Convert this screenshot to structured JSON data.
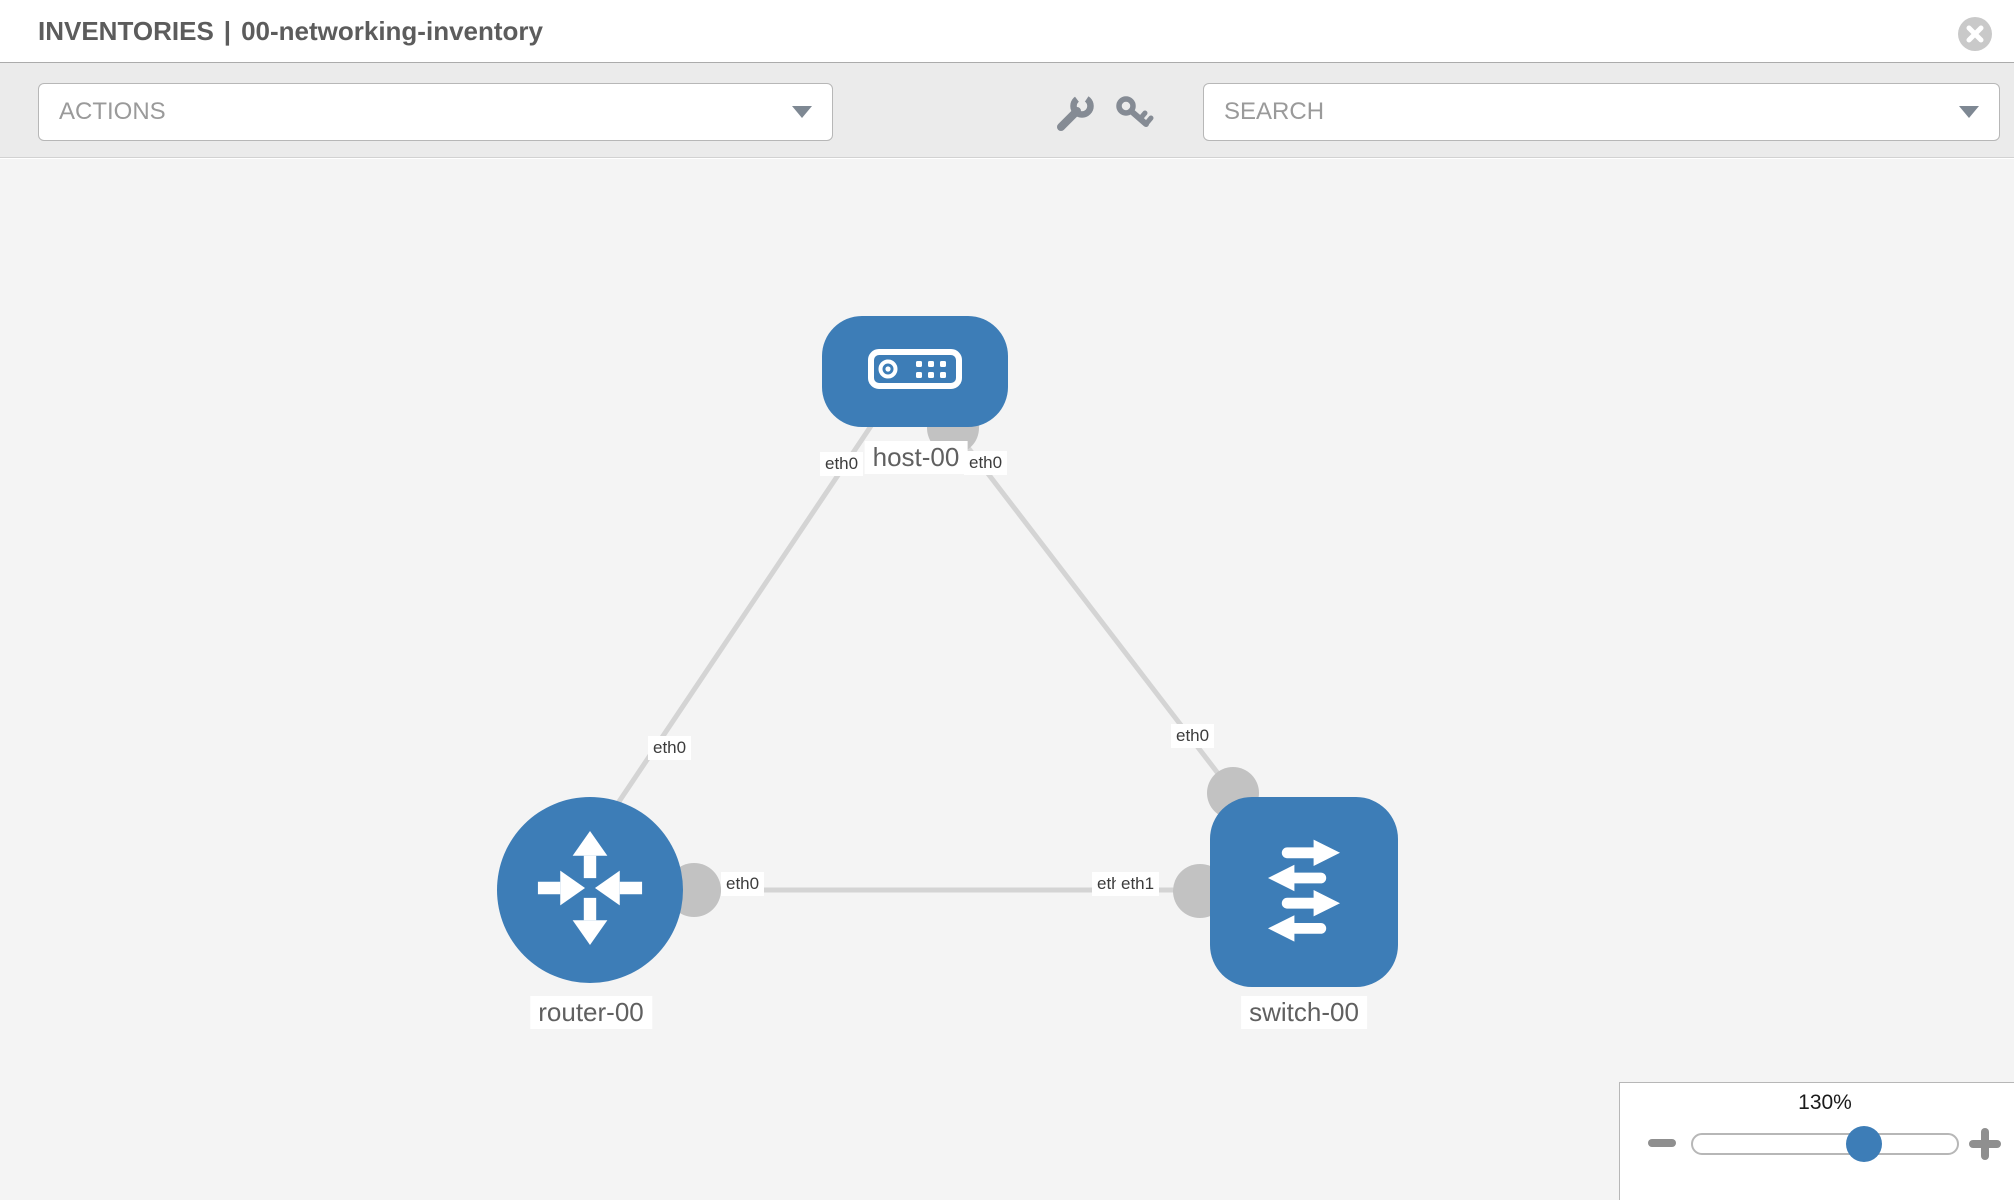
{
  "header": {
    "section": "INVENTORIES",
    "separator": "|",
    "inventory_name": "00-networking-inventory"
  },
  "toolbar": {
    "actions_placeholder": "ACTIONS",
    "search_placeholder": "SEARCH",
    "icons": [
      "wrench-icon",
      "key-icon"
    ]
  },
  "canvas": {
    "nodes": [
      {
        "id": "host-00",
        "type": "host",
        "label": "host-00"
      },
      {
        "id": "router-00",
        "type": "router",
        "label": "router-00"
      },
      {
        "id": "switch-00",
        "type": "switch",
        "label": "switch-00"
      }
    ],
    "links": [
      {
        "from": "host-00",
        "from_interface": "eth0",
        "to": "router-00",
        "to_interface": "eth0"
      },
      {
        "from": "host-00",
        "from_interface": "eth0",
        "to": "switch-00",
        "to_interface": "eth0"
      },
      {
        "from": "router-00",
        "from_interface": "eth0",
        "to": "switch-00",
        "to_interface": "eth1",
        "to_interface_overlapped": "eth0"
      }
    ]
  },
  "zoom_panel": {
    "level": "130%"
  },
  "colors": {
    "accent_blue": "#3d7db7",
    "node_fill": "#3d7db7",
    "link_line": "#d4d4d4",
    "connector_gray": "#c2c2c2",
    "canvas_bg": "#f4f4f4",
    "toolbar_bg": "#ebebeb",
    "title_text": "#5c5c5c"
  }
}
